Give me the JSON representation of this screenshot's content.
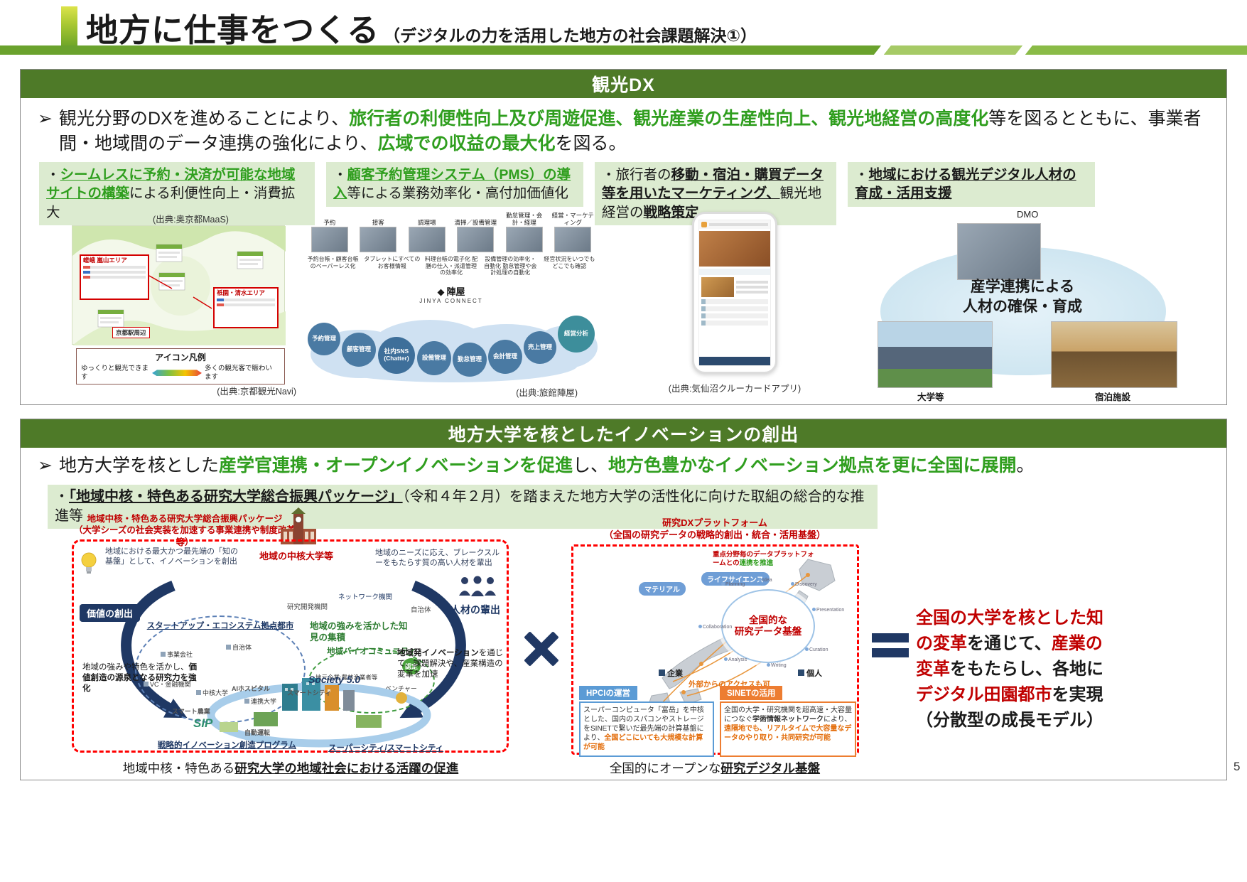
{
  "page": {
    "title": "地方に仕事をつくる",
    "subtitle": "（デジタルの力を活用した地方の社会課題解決①）",
    "page_number": "5",
    "bullet_glyph": "➢"
  },
  "section1": {
    "header": "観光DX",
    "lead": [
      {
        "t": "観光分野のDXを進めることにより、"
      },
      {
        "t": "旅行者の利便性向上及び周遊促進、観光産業の生産性向上、観光地経営の高度化",
        "c": "g"
      },
      {
        "t": "等を図るとともに、事業者間・地域間のデータ連携の強化により、"
      },
      {
        "t": "広域での収益の最大化",
        "c": "g"
      },
      {
        "t": "を図る。"
      }
    ],
    "boxes": [
      [
        {
          "t": "・"
        },
        {
          "t": "シームレスに予約・決済が可能な地域サイトの構築",
          "c": "gu"
        },
        {
          "t": "による利便性向上・消費拡大"
        }
      ],
      [
        {
          "t": "・"
        },
        {
          "t": "顧客予約管理システム（PMS）の導入",
          "c": "gu"
        },
        {
          "t": "等による業務効率化・高付加価値化"
        }
      ],
      [
        {
          "t": "・旅行者の"
        },
        {
          "t": "移動・宿泊・購買データ等を用いたマーケティング、",
          "c": "bu"
        },
        {
          "t": "観光地経営の"
        },
        {
          "t": "戦略策定",
          "c": "bu"
        }
      ],
      [
        {
          "t": "・"
        },
        {
          "t": "地域における観光デジタル人材の育成・活用支援",
          "c": "bu"
        }
      ]
    ],
    "kyoto": {
      "caption_top": "(出典:奥京都MaaS)",
      "caption_bottom": "(出典:京都観光Navi)",
      "area_left": "嵯峨 嵐山エリア",
      "area_right": "祇園・清水エリア",
      "station": "京都駅周辺",
      "legend_title": "アイコン凡例",
      "legend_left": "ゆっくりと観光できます",
      "legend_right": "多くの観光客で賑わいます"
    },
    "jinya": {
      "photo_labels": [
        "予約",
        "接客",
        "調理場",
        "清掃／設備管理",
        "勤怠管理・会計・経理",
        "経営・マーケティング"
      ],
      "notes": [
        "予約台帳・顧客台帳のペーパーレス化",
        "タブレットにすべてのお客様情報",
        "料理台帳の電子化 配膳の仕入・派遣管理の効率化",
        "設備管理の効率化・自動化 勤怠管理や会計処理の自動化",
        "経営状況をいつでもどこでも確認"
      ],
      "cloud": [
        "予約管理",
        "顧客管理",
        "社内SNS (Chatter)",
        "設備管理",
        "勤怠管理",
        "会計管理",
        "売上管理",
        "経営分析"
      ],
      "logo_mark": "◆",
      "logo_name": "陣屋",
      "logo_sub": "JINYA CONNECT",
      "caption": "(出典:旅館陣屋)"
    },
    "kesennuma": {
      "caption": "(出典:気仙沼クルーカードアプリ)"
    },
    "dmo": {
      "label": "DMO",
      "ellipse_line1": "産学連携による",
      "ellipse_line2": "人材の確保・育成",
      "photo_label_left": "大学等",
      "photo_label_right": "宿泊施設"
    }
  },
  "section2": {
    "header": "地方大学を核としたイノベーションの創出",
    "lead": [
      {
        "t": "地方大学を核とした"
      },
      {
        "t": "産学官連携・オープンイノベーションを促進",
        "c": "g"
      },
      {
        "t": "し、"
      },
      {
        "t": "地方色豊かなイノベーション拠点を更に全国に展開",
        "c": "g"
      },
      {
        "t": "。"
      }
    ],
    "package": [
      {
        "t": "・"
      },
      {
        "t": "「地域中核・特色ある研究大学総合振興パッケージ」",
        "c": "bu"
      },
      {
        "t": "（令和４年２月）を踏まえた地方大学の活性化に向けた取組の総合的な推進等"
      }
    ],
    "left": {
      "title1": "地域中核・特色ある研究大学総合振興パッケージ",
      "title2": "（大学シーズの社会実装を加速する事業連携や制度改革等）",
      "univ": "地域の中核大学等",
      "bubble_left": "地域における最大かつ最先端の「知の基盤」として、イノベーションを創出",
      "value": "価値の創出",
      "bubble_right": "地域のニーズに応え、ブレークスルーをもたらす質の高い人材を輩出",
      "talent": "人材の輩出",
      "eco_title": "スタートアップ・エコシステム拠点都市",
      "eco_items": [
        "事業会社",
        "自治体",
        "VC・金融機関",
        "中核大学",
        "連携大学"
      ],
      "knowledge": "地域の強みを活かした知見の集積",
      "rnd": "研究開発機関",
      "network": "ネットワーク機関",
      "muni": "自治体",
      "bio": "地域バイオコミュニティ",
      "local": "地元企業:農林漁業者等",
      "venture": "ベンチャー",
      "nintei": "認定",
      "accel": [
        {
          "t": "地域発イノベーション",
          "c": "b"
        },
        {
          "t": "を通じて、課題解決や、産業構造の変革を加速"
        }
      ],
      "strengthen": [
        {
          "t": "地域の強みや特色を活かし、"
        },
        {
          "t": "価値創造の源泉となる研究力を強化",
          "c": "b"
        }
      ],
      "society": "Society 5.0",
      "ai": "AIホスピタル",
      "smartcity": "スマートシティ",
      "smartagri": "スマート農業",
      "sip": "SIP",
      "auto": "自動運転",
      "sip_program": "戦略的イノベーション創造プログラム",
      "supercity": "スーパーシティ/スマートシティ",
      "caption": [
        {
          "t": "地域中核・特色ある"
        },
        {
          "t": "研究大学の地域社会における活躍の促進",
          "c": "bu"
        }
      ]
    },
    "right": {
      "title1": "研究DXプラットフォーム",
      "title2": "（全国の研究データの戦略的創出・統合・活用基盤）",
      "promo": [
        {
          "t": "重点分野毎のデータプラットフォームとの"
        },
        {
          "t": "連携を推進",
          "c": "g"
        }
      ],
      "chip1": "マテリアル",
      "chip2": "ライフサイエンス",
      "center1": "全国的な",
      "center2": "研究データ基盤",
      "ring": [
        "Planning",
        "Idea",
        "Discovery",
        "Presentation",
        "Curation",
        "Writing",
        "Analysis",
        "Collaboration"
      ],
      "company": "企業",
      "person": "個人",
      "access": "外部からのアクセスも可",
      "hpci_label": "HPCIの運営",
      "hpci_text": [
        {
          "t": "スーパーコンピュータ「富岳」を中核とした、国内のスパコンやストレージをSINETで繋いだ最先端の計算基盤により、"
        },
        {
          "t": "全国どこにいても大規模な計算が可能",
          "c": "ob"
        }
      ],
      "sinet_label": "SINETの活用",
      "sinet_text": [
        {
          "t": "全国の大学・研究機関を超高速・大容量につなぐ"
        },
        {
          "t": "学術情報ネットワーク",
          "c": "b"
        },
        {
          "t": "により、"
        },
        {
          "t": "遠隔地でも、リアルタイムで大容量なデータのやり取り・共同研究が可能",
          "c": "ob"
        }
      ],
      "caption": [
        {
          "t": "全国的にオープンな"
        },
        {
          "t": "研究デジタル基盤",
          "c": "bu"
        }
      ]
    },
    "result": [
      {
        "t": "全国の大学を核とした知の変革",
        "c": "r"
      },
      {
        "t": "を通じて、"
      },
      {
        "t": "産業の変革",
        "c": "r"
      },
      {
        "t": "をもたらし、各地に"
      },
      {
        "t": "デジタル田園都市",
        "c": "r"
      },
      {
        "t": "を実現"
      },
      {
        "t": "（分散型の成長モデル）"
      }
    ]
  }
}
